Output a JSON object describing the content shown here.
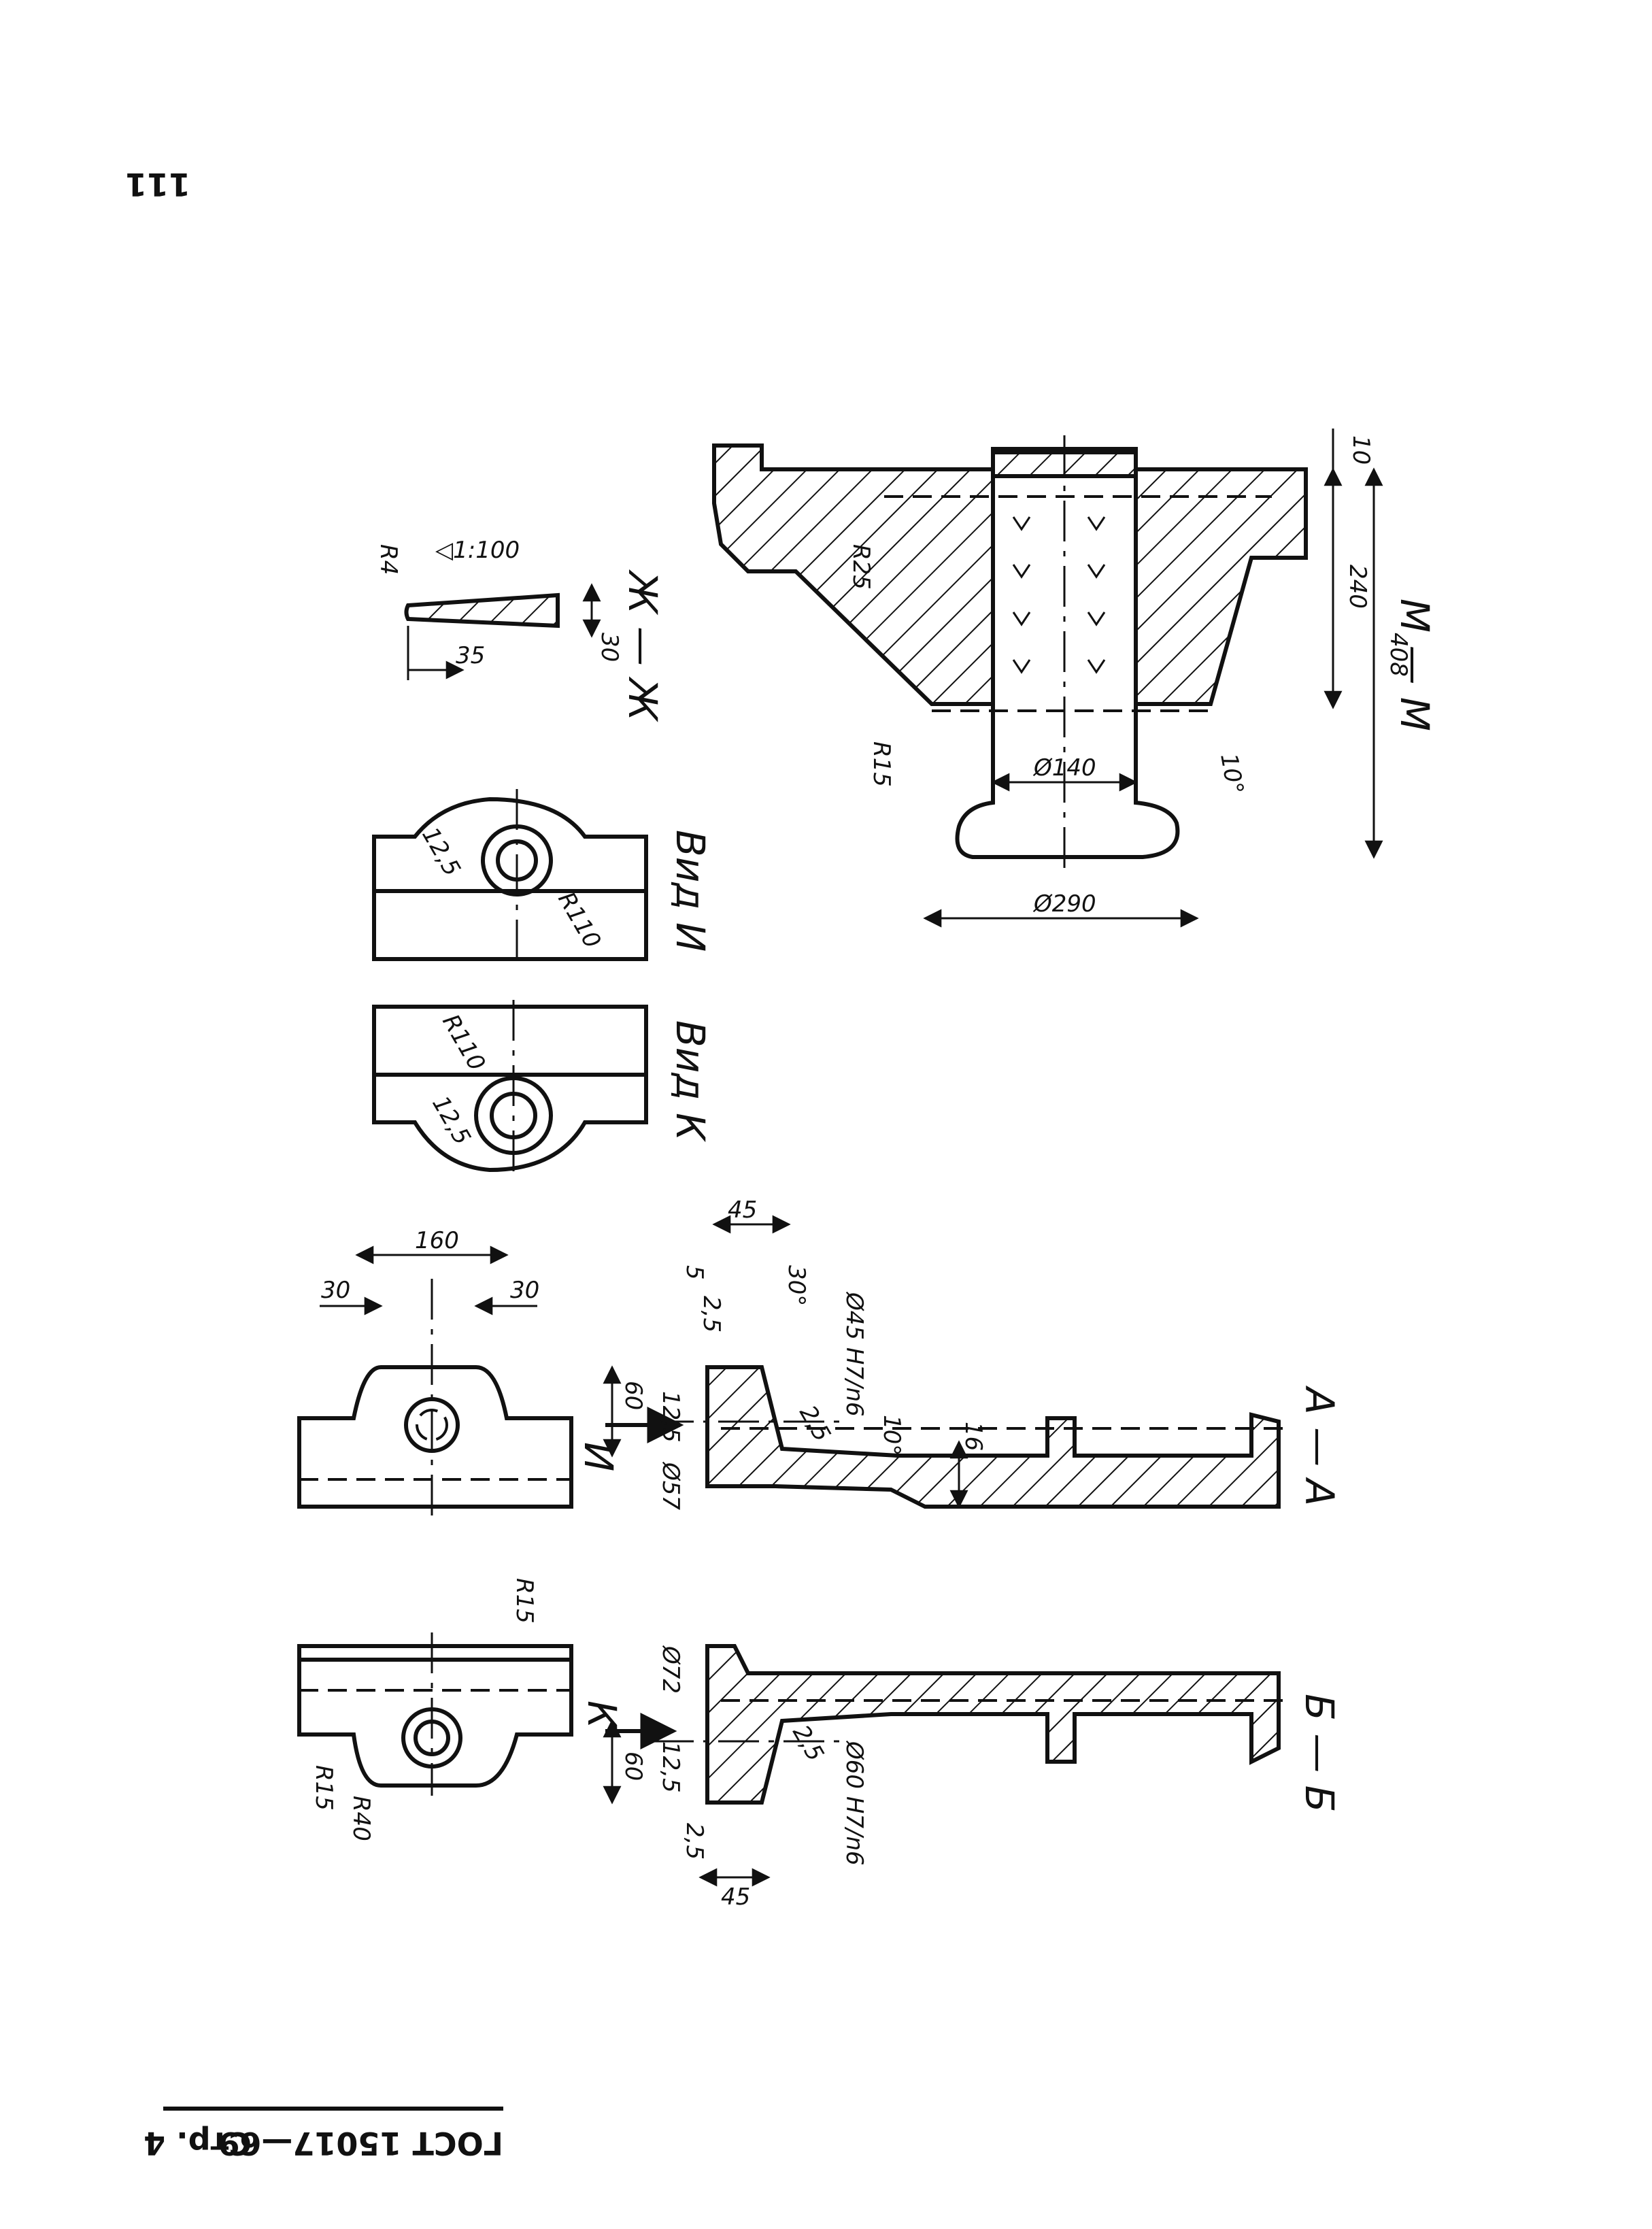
{
  "page": {
    "number": "111",
    "footer_standard": "ГОСТ 15017—69",
    "footer_page": "Стр. 4"
  },
  "views": {
    "mm": {
      "title": "М — М",
      "dims": {
        "top": "10",
        "height": "240",
        "total": "408",
        "bore": "Ø140",
        "flange": "Ø290",
        "angle": "10°",
        "r_big": "R25",
        "r_small": "R15"
      }
    },
    "zh": {
      "title": "Ж — Ж",
      "dims": {
        "radius": "R4",
        "slope": "◁1:100",
        "length": "35",
        "thickness": "30"
      }
    },
    "vid_i": {
      "title": "Вид И",
      "dims": {
        "rough": "12,5",
        "radius": "R110"
      }
    },
    "vid_k": {
      "title": "Вид К",
      "dims": {
        "radius": "R110",
        "rough": "12,5"
      }
    },
    "aa": {
      "title": "А — А",
      "arrow_label": "И",
      "dims": {
        "w45": "45",
        "w5": "5",
        "r25a": "2,5",
        "angle30": "30°",
        "fit": "Ø45 H7/n6",
        "h60": "60",
        "rough": "12,5",
        "r25b": "2,5",
        "angle10": "10°",
        "t16": "16",
        "d57": "Ø57"
      }
    },
    "bb": {
      "title": "Б — Б",
      "arrow_label": "К",
      "dims": {
        "d72": "Ø72",
        "rough": "12,5",
        "r25a": "2,5",
        "h60": "60",
        "r25b": "2,5",
        "fit": "Ø60 H7/n6",
        "w45": "45"
      }
    },
    "plan_a": {
      "dims": {
        "w160": "160",
        "w30a": "30",
        "w30b": "30"
      }
    },
    "plan_b": {
      "dims": {
        "r15a": "R15",
        "r15b": "R15",
        "r40": "R40"
      }
    }
  }
}
